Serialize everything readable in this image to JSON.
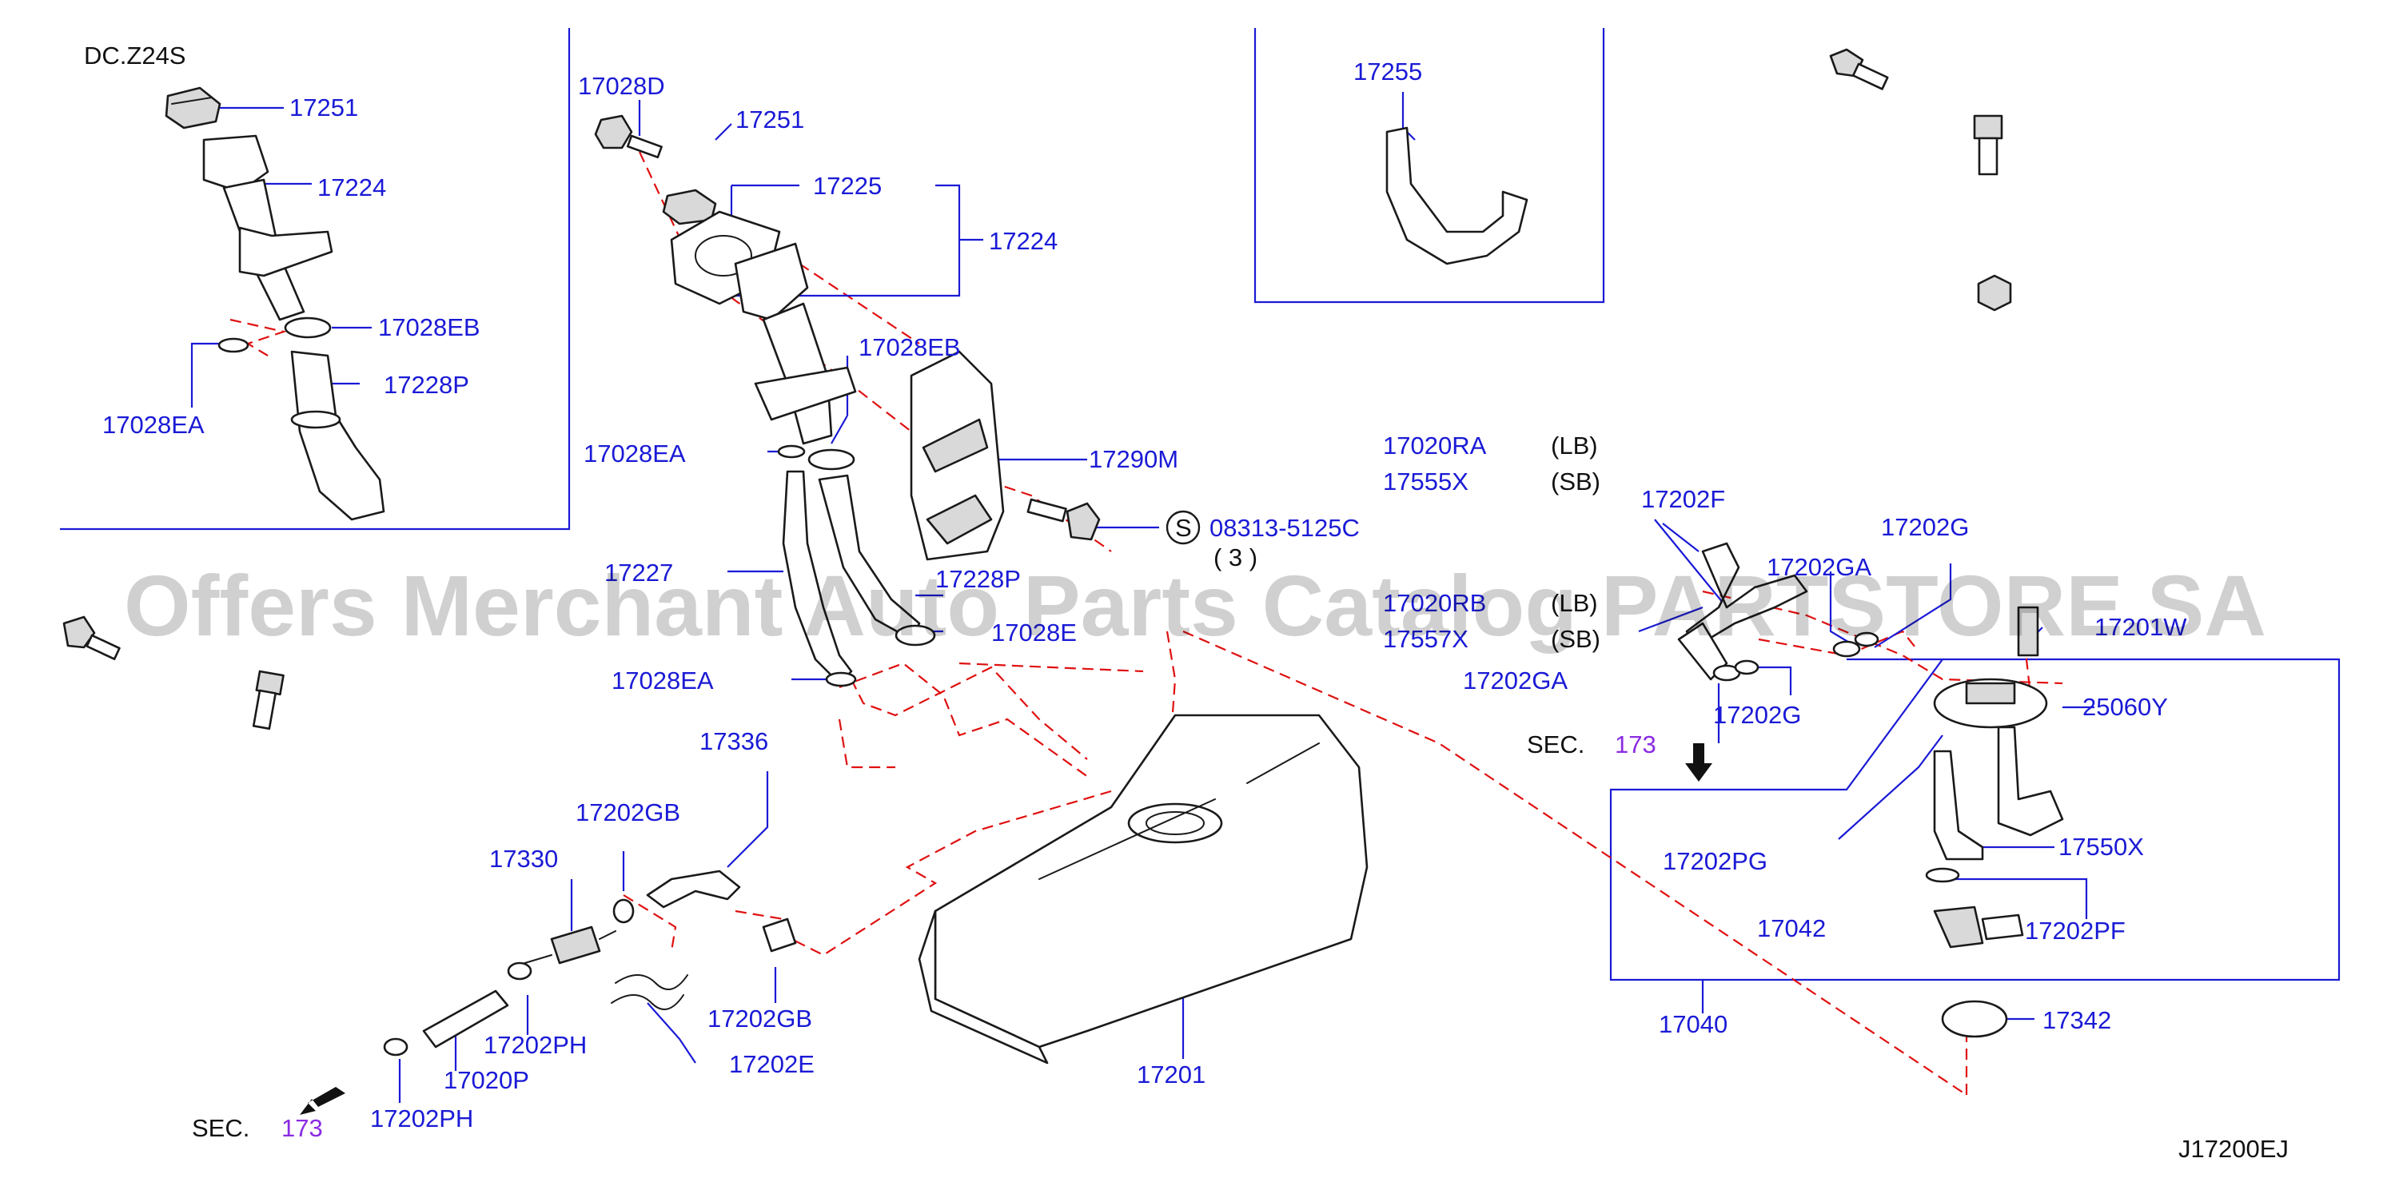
{
  "labels": {
    "dc_z24s": "DC.Z24S",
    "l17251_a": "17251",
    "l17224_a": "17224",
    "l17028eb_a": "17028EB",
    "l17228p_a": "17228P",
    "l17028ea_a": "17028EA",
    "l17028d": "17028D",
    "l17251_b": "17251",
    "l17225": "17225",
    "l17224_b": "17224",
    "l17028eb_b": "17028EB",
    "l17028ea_b": "17028EA",
    "l17290m": "17290M",
    "s_circle": "S",
    "l08313": "08313-5125C",
    "qty3": "( 3 )",
    "l17227": "17227",
    "l17228p_b": "17228P",
    "l17028e": "17028E",
    "l17028ea_c": "17028EA",
    "l17255": "17255",
    "l17020ra": "17020RA",
    "lb_a": "(LB)",
    "l17555x": "17555X",
    "sb_a": "(SB)",
    "l17202f": "17202F",
    "l17202g_a": "17202G",
    "l17202ga_a": "17202GA",
    "l17020rb": "17020RB",
    "lb_b": "(LB)",
    "l17557x": "17557X",
    "sb_b": "(SB)",
    "l17201w": "17201W",
    "l17202ga_b": "17202GA",
    "l17202g_b": "17202G",
    "sec_right": "SEC.",
    "sec173_right": "173",
    "l25060y": "25060Y",
    "l17202pg": "17202PG",
    "l17550x": "17550X",
    "l17042": "17042",
    "l17202pf": "17202PF",
    "l17040": "17040",
    "l17342": "17342",
    "l17336": "17336",
    "l17202gb_a": "17202GB",
    "l17330": "17330",
    "l17202gb_b": "17202GB",
    "l17202e": "17202E",
    "l17202ph_a": "17202PH",
    "l17020p": "17020P",
    "l17202ph_b": "17202PH",
    "sec_left": "SEC.",
    "sec173_left": "173",
    "l17201": "17201",
    "diagram_code": "J17200EJ"
  },
  "watermark": "Offers Merchant Auto Parts Catalog PARTSTORE.SA",
  "colors": {
    "label": "#1a1ad6",
    "section_ref": "#8a2be2",
    "leader": "#1a1ad6",
    "dashed_link": "#e01010",
    "outline": "#1a1a1a"
  }
}
